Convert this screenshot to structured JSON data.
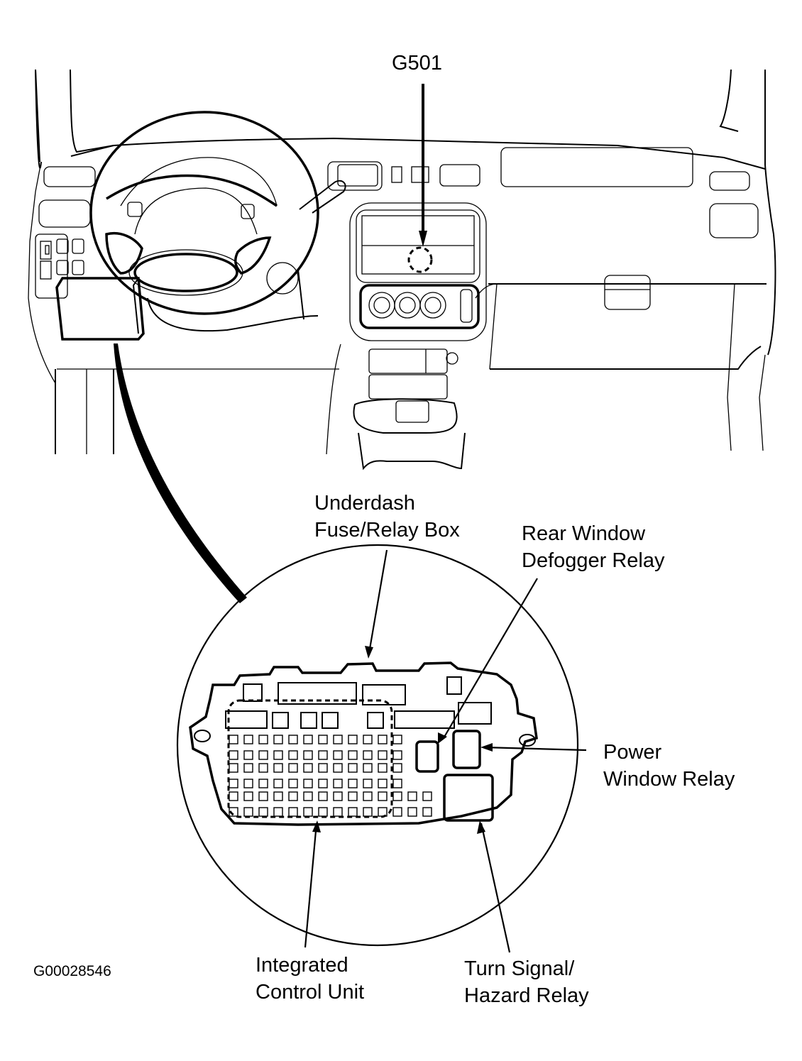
{
  "diagram": {
    "type": "component-locator",
    "labels": {
      "g501": "G501",
      "underdash": [
        "Underdash",
        "Fuse/Relay Box"
      ],
      "rear_defogger": [
        "Rear Window",
        "Defogger Relay"
      ],
      "power_window": [
        "Power",
        "Window Relay"
      ],
      "icu": [
        "Integrated",
        "Control Unit"
      ],
      "turn_signal": [
        "Turn Signal/",
        "Hazard Relay"
      ]
    },
    "figure_id": "G00028546",
    "colors": {
      "ink": "#000000",
      "paper": "#ffffff"
    }
  }
}
